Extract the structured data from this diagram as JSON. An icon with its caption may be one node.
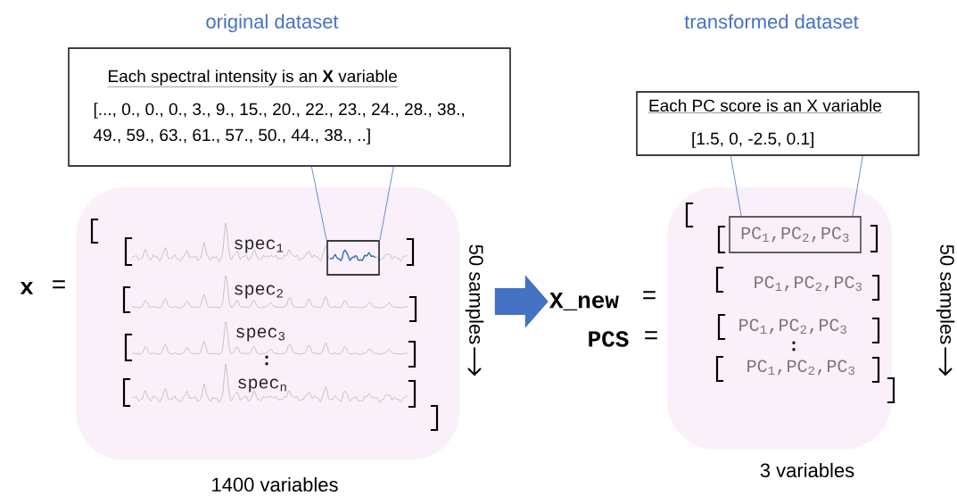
{
  "diagram": {
    "nodes": [
      {
        "text": [
          "Each spectral intensity is an **X** variable",
          "[..., 0., 0., 0., 3., 9., 15., 20., 22., 23., 24., 28., 38., 49., 59., 63., 61., 57., 50., 44., 38., ..]"
        ]
      },
      {
        "text": [],
        "shape": "box"
      },
      {
        "text": [],
        "shape": "box",
        "in": 1
      },
      {
        "text": [
          "X_new"
        ]
      },
      {
        "text": [
          "Each PC score is an X variable",
          "[1.5, 0, -2.5, 0.1]"
        ]
      },
      {
        "text": [],
        "shape": "box"
      },
      {
        "text": [
          "PC$_{1}$,PC$_{2}$,PC$_{3}$"
        ],
        "in": 5
      }
    ],
    "edges": [
      {
        "from": 0,
        "to": 2,
        "arrow": "none",
        "color": "#4472c4"
      },
      {
        "from": 0,
        "to": 2,
        "arrow": "none",
        "color": "#4472c4"
      },
      {
        "from": null,
        "to": 3,
        "arrow": "to",
        "style": "thick",
        "color": "#4472c4"
      },
      {
        "from": 4,
        "to": 6,
        "arrow": "none",
        "color": "#4472c4"
      },
      {
        "from": 4,
        "to": 6,
        "arrow": "none",
        "color": "#4472c4"
      }
    ],
    "labels": [
      "original dataset",
      "transformed dataset",
      "x",
      "=",
      "spec$_{1}$",
      "spec$_{2}$",
      "spec$_{3}$",
      ":",
      "spec$_{n}$",
      "50 samples",
      "1400 variables",
      "=",
      "PCS",
      "=",
      "PC$_{1}$,PC$_{2}$,PC$_{3}$",
      "PC$_{1}$,PC$_{2}$,PC$_{3}$",
      ":",
      "PC$_{1}$,PC$_{2}$,PC$_{3}$",
      "50 samples",
      "3 variables"
    ]
  }
}
